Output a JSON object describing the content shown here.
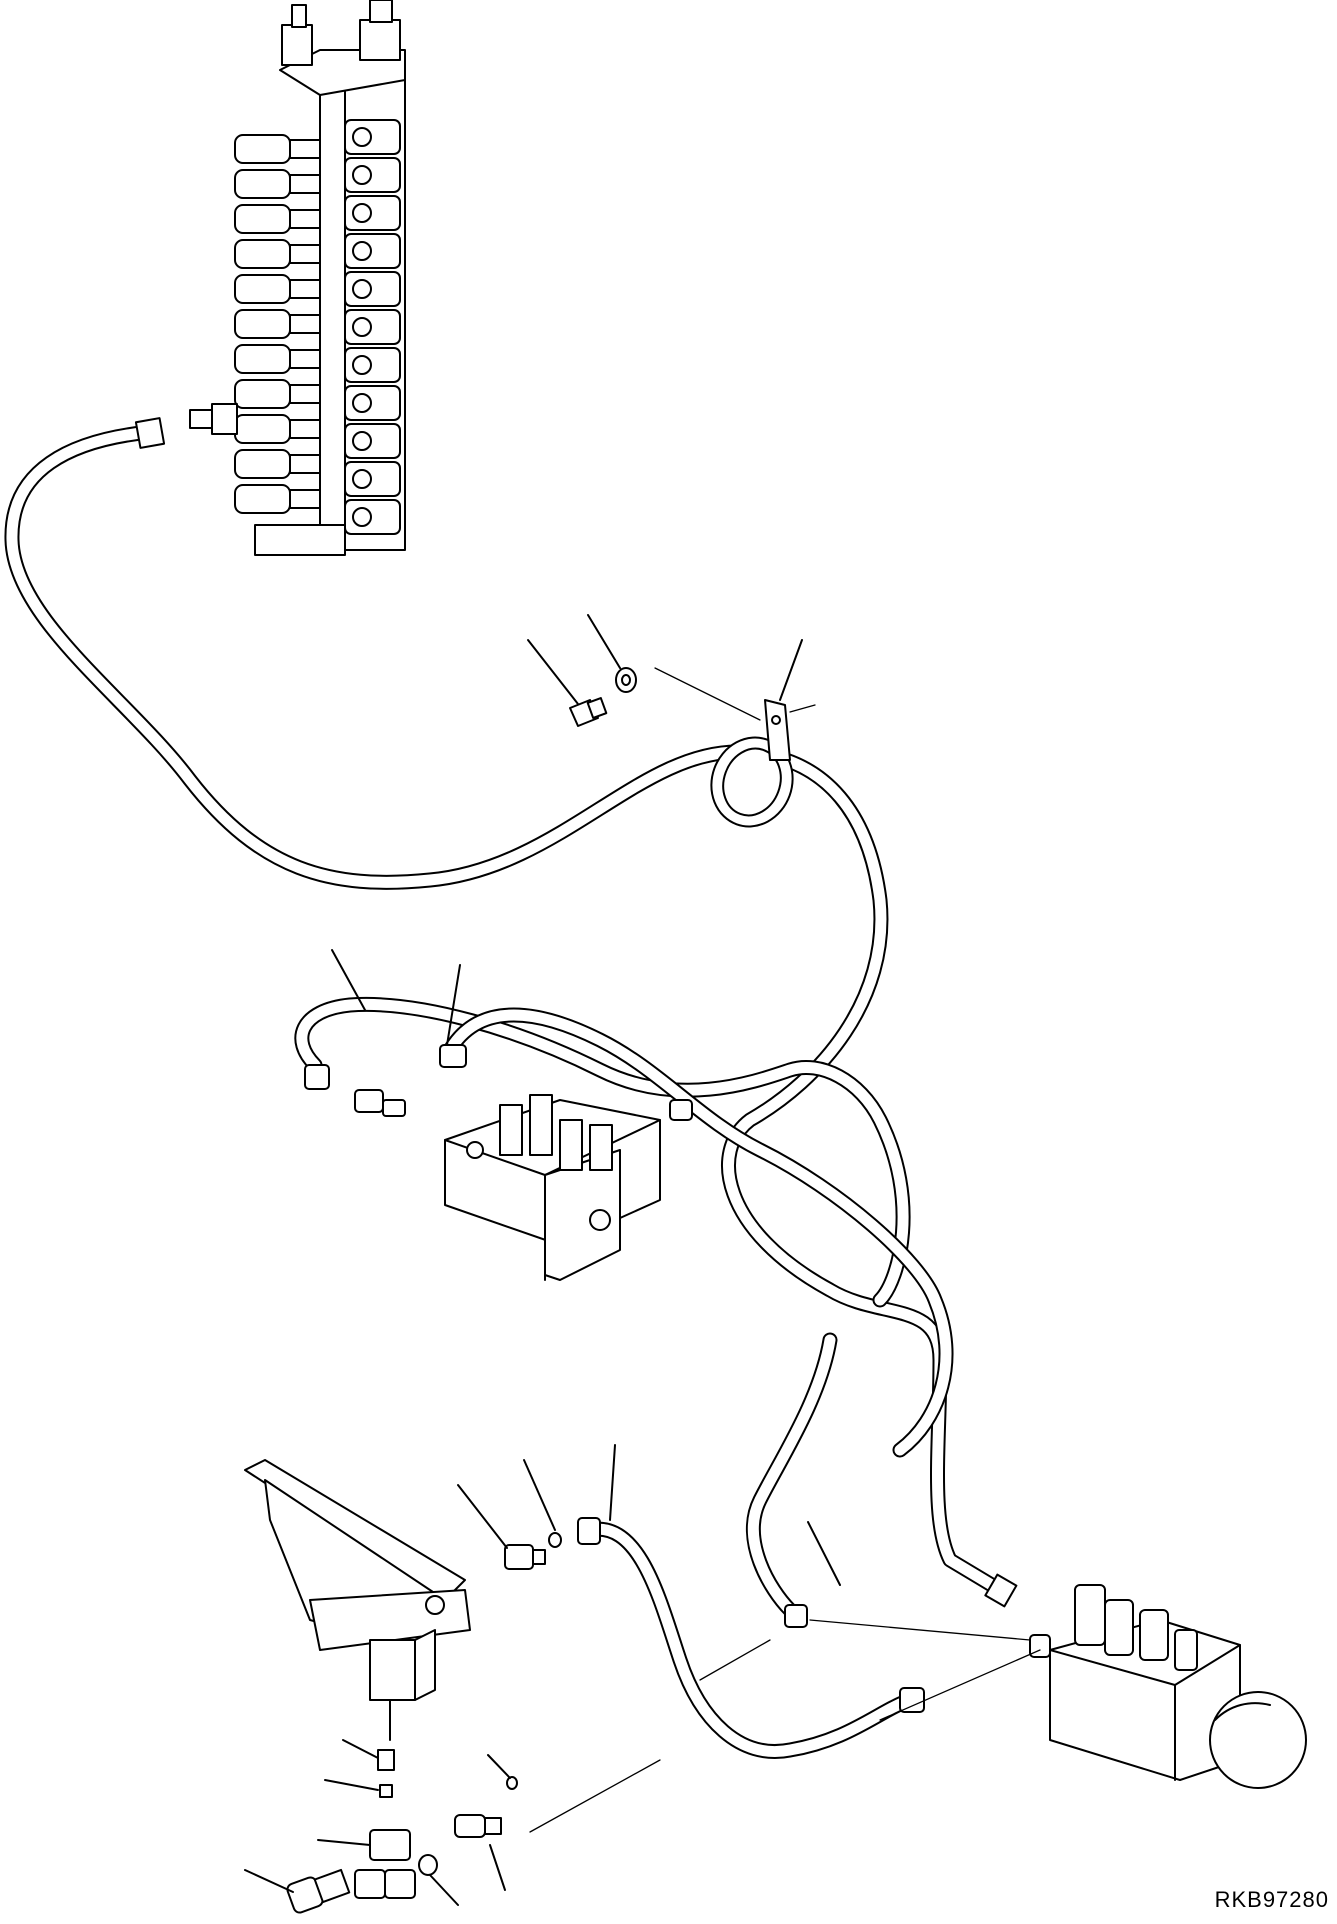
{
  "drawing": {
    "reference_code": "RKB97280",
    "colors": {
      "line": "#000000",
      "background": "#ffffff"
    },
    "components": [
      "control-valve",
      "hose",
      "clamp",
      "bolt",
      "washer",
      "solenoid-valve-block",
      "pedal-valve",
      "elbow-fitting",
      "o-ring",
      "tee-fitting",
      "adapter",
      "pressure-switch",
      "accumulator-valve-block"
    ]
  }
}
